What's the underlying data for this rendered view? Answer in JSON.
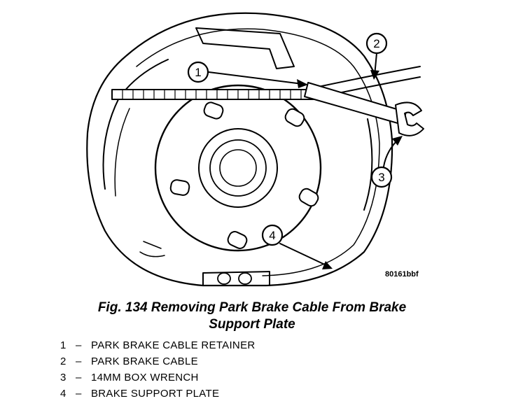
{
  "figure": {
    "code": "80161bbf",
    "callouts": [
      "1",
      "2",
      "3",
      "4"
    ]
  },
  "caption": {
    "line1": "Fig. 134 Removing Park Brake Cable From Brake",
    "line2": "Support Plate"
  },
  "legend": [
    {
      "num": "1",
      "dash": "–",
      "label": "PARK BRAKE CABLE RETAINER"
    },
    {
      "num": "2",
      "dash": "–",
      "label": "PARK BRAKE CABLE"
    },
    {
      "num": "3",
      "dash": "–",
      "label": "14MM BOX WRENCH"
    },
    {
      "num": "4",
      "dash": "–",
      "label": "BRAKE SUPPORT PLATE"
    }
  ]
}
